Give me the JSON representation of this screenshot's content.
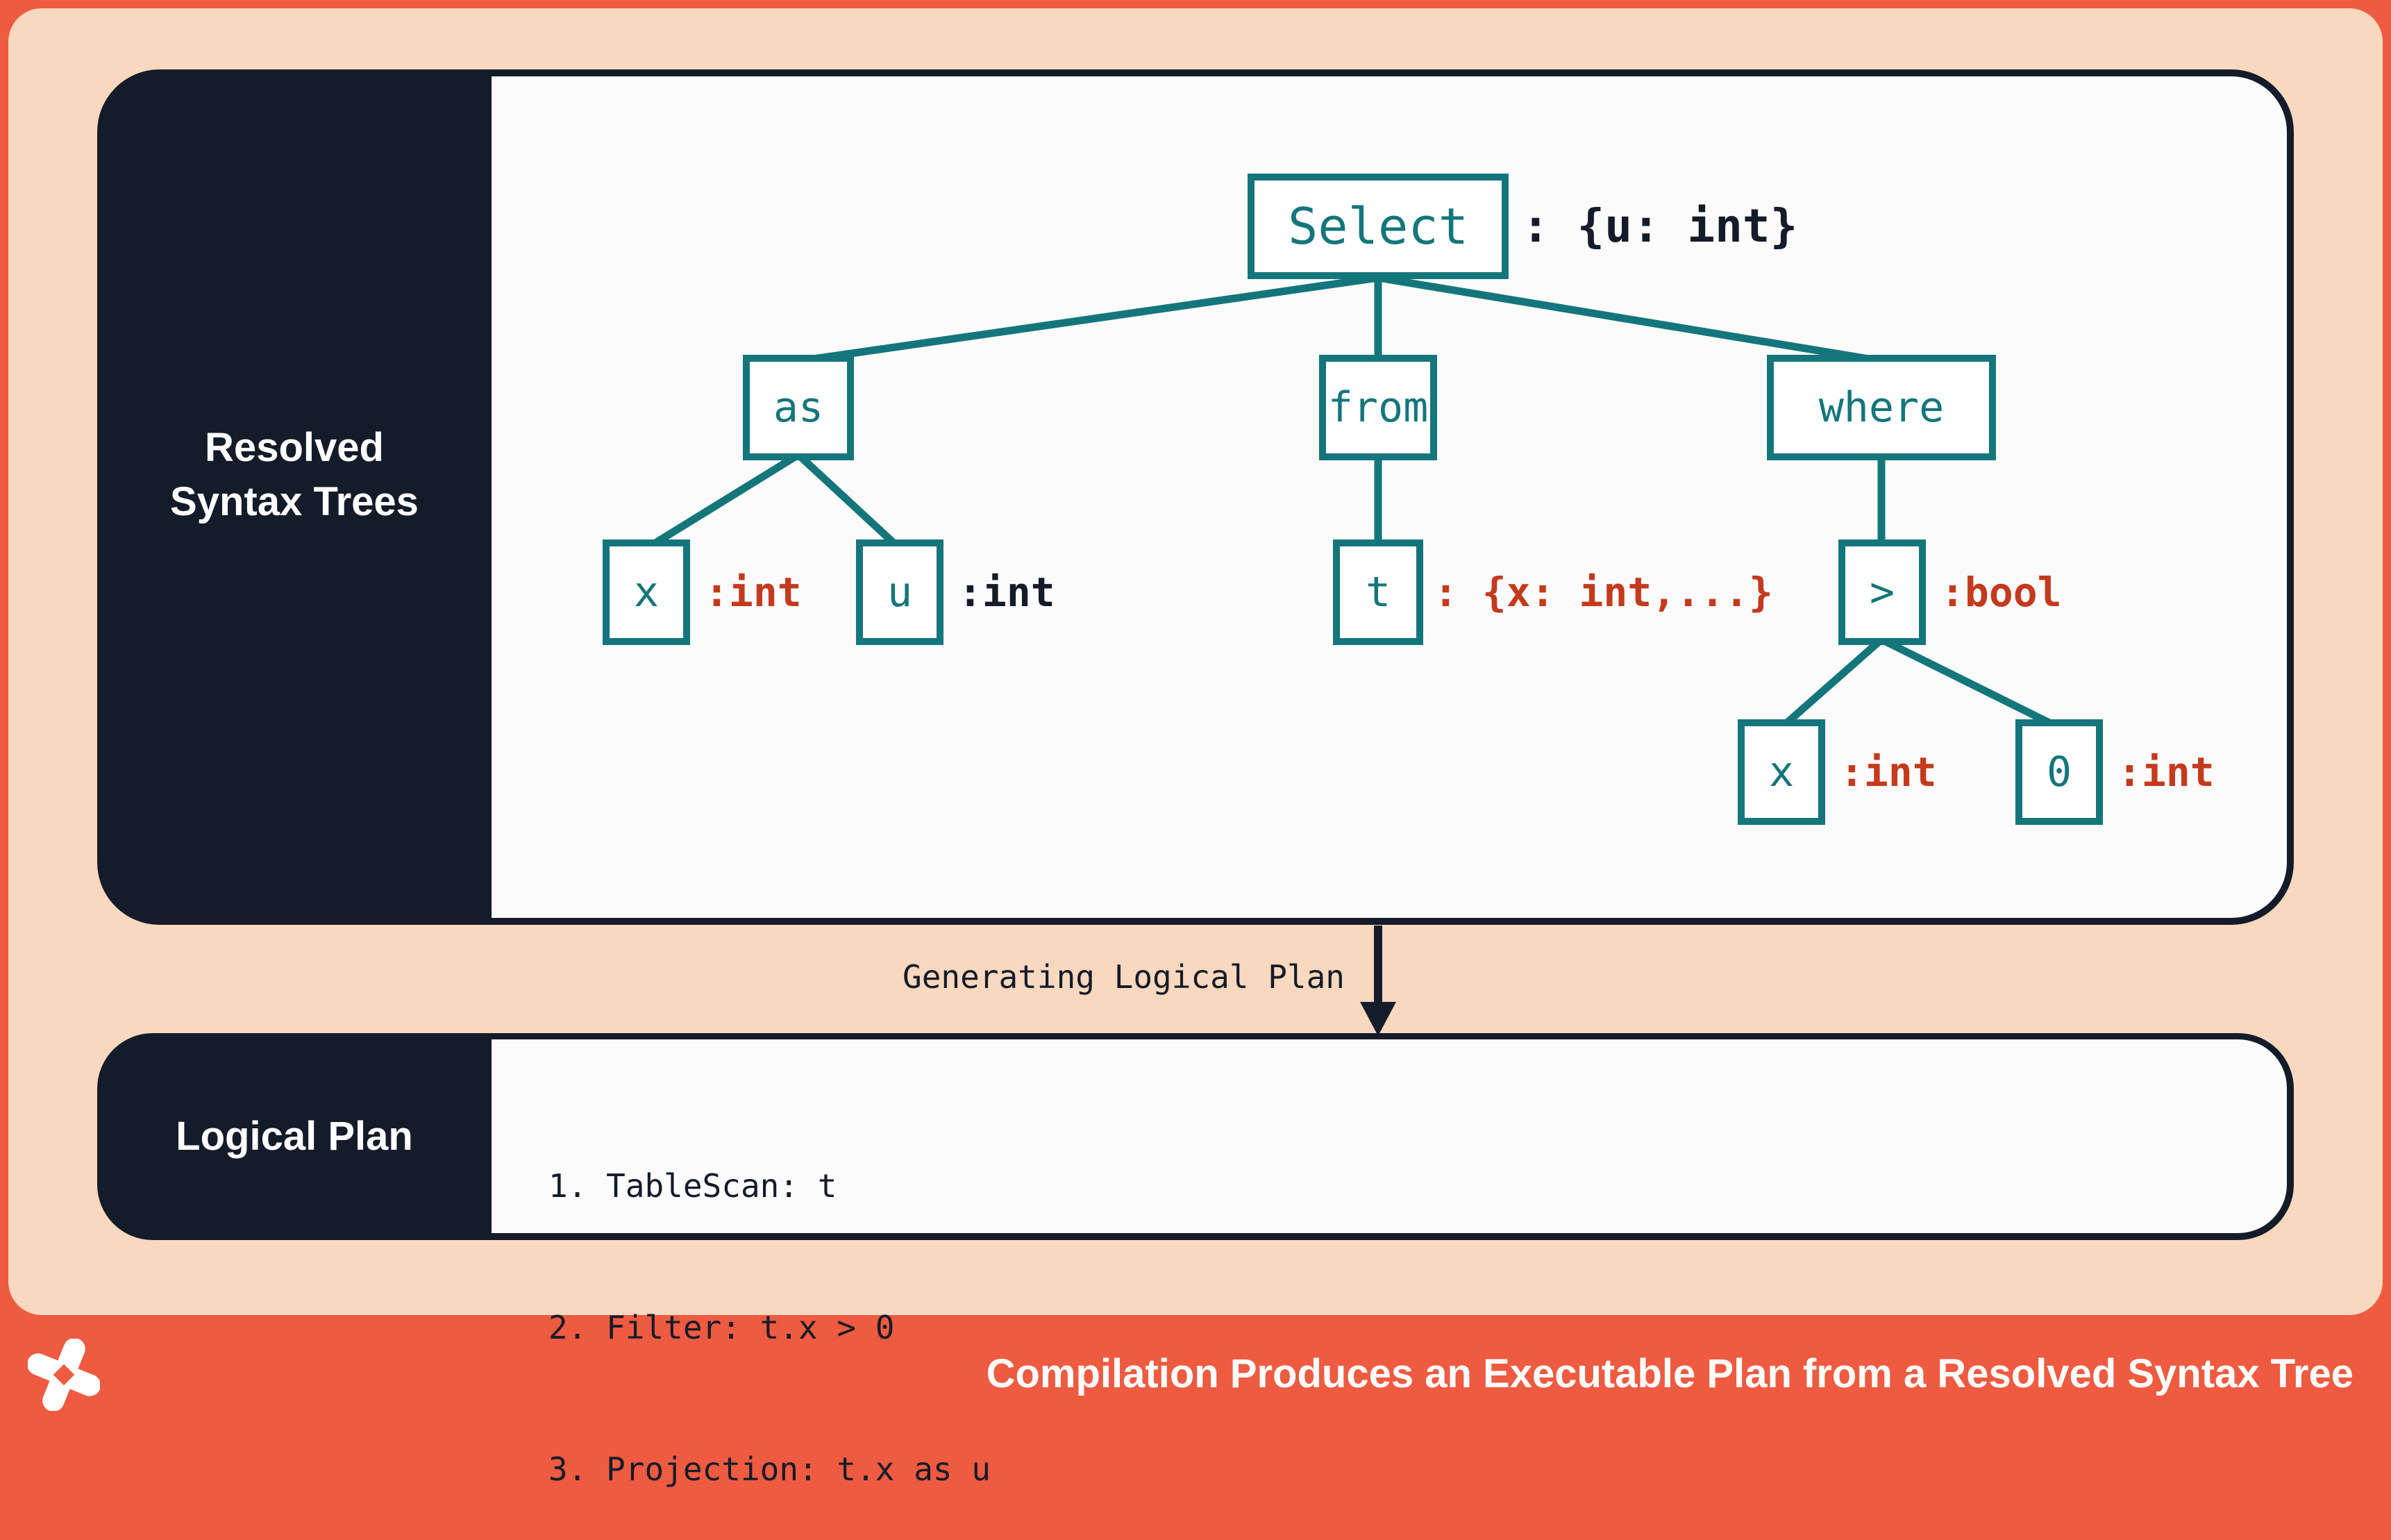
{
  "colors": {
    "coral": "#EE5B40",
    "peach": "#F8D8BE",
    "navy": "#141B29",
    "teal": "#14767B",
    "annotation_red": "#C43A1D",
    "panel_white": "#FBFBFC"
  },
  "top_panel": {
    "sidebar_line1": "Resolved",
    "sidebar_line2": "Syntax Trees",
    "nodes": {
      "select": {
        "label": "Select",
        "annotation": ": {u: int}"
      },
      "as": {
        "label": "as"
      },
      "from": {
        "label": "from"
      },
      "where": {
        "label": "where"
      },
      "x1": {
        "label": "x",
        "annotation": ":int"
      },
      "u": {
        "label": "u",
        "annotation": ":int"
      },
      "t": {
        "label": "t",
        "annotation": ": {x: int,...}"
      },
      "gt": {
        "label": ">",
        "annotation": ":bool"
      },
      "x2": {
        "label": "x",
        "annotation": ":int"
      },
      "zero": {
        "label": "0",
        "annotation": ":int"
      }
    }
  },
  "transition": {
    "label": "Generating Logical Plan"
  },
  "bottom_panel": {
    "sidebar_label": "Logical Plan",
    "steps": [
      "1. TableScan: t",
      "2. Filter: t.x > 0",
      "3. Projection: t.x as u"
    ]
  },
  "footer": {
    "caption": "Compilation Produces an Executable Plan from a Resolved Syntax Tree",
    "logo": "pinwheel-x-logo"
  }
}
